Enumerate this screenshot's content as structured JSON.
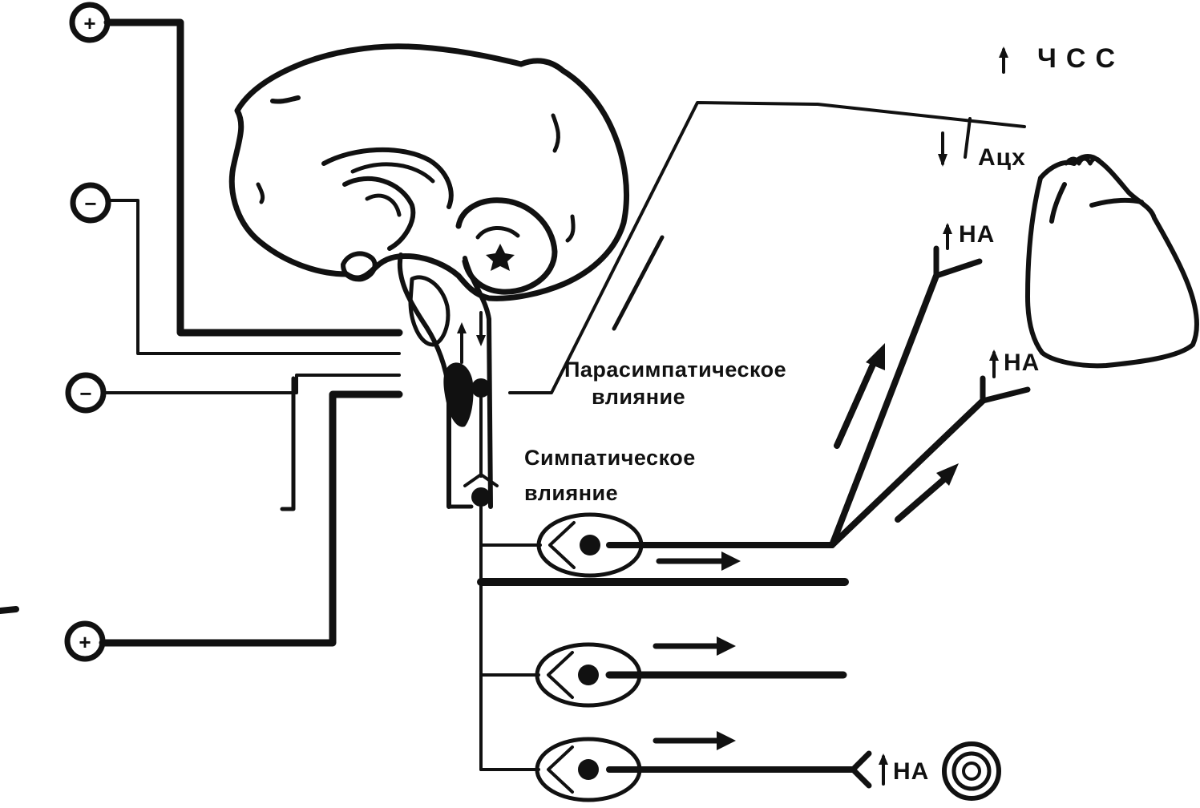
{
  "labels": {
    "heart_rate": "ЧСС",
    "ach": "Ацх",
    "na_top": "НА",
    "na_mid": "НА",
    "na_bottom": "НА",
    "parasympathetic_line1": "Парасимпатическое",
    "parasympathetic_line2": "влияние",
    "sympathetic_line1": "Симпатическое",
    "sympathetic_line2": "влияние"
  },
  "receptor_signs": {
    "r1": "+",
    "r2": "−",
    "r3": "−",
    "r4": "+"
  },
  "colors": {
    "ink": "#111111",
    "background": "#ffffff"
  }
}
